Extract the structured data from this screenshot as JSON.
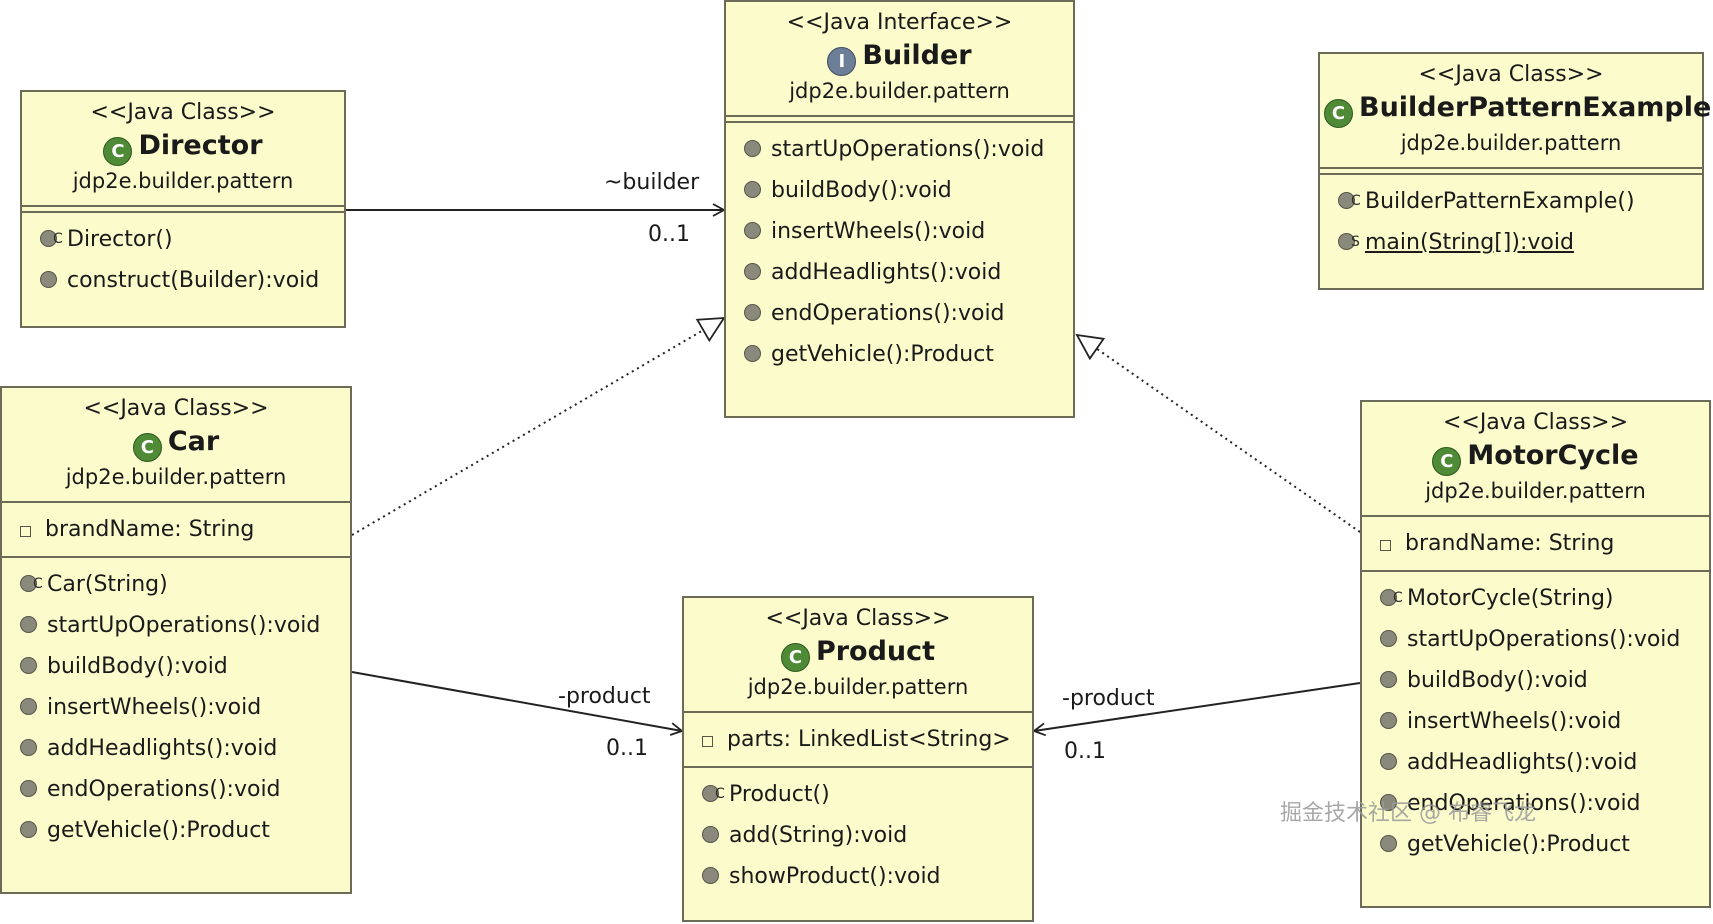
{
  "classes": {
    "builder": {
      "stereotype": "<<Java Interface>>",
      "icon": "I",
      "name": "Builder",
      "package": "jdp2e.builder.pattern",
      "methods": [
        "startUpOperations():void",
        "buildBody():void",
        "insertWheels():void",
        "addHeadlights():void",
        "endOperations():void",
        "getVehicle():Product"
      ]
    },
    "director": {
      "stereotype": "<<Java Class>>",
      "icon": "C",
      "name": "Director",
      "package": "jdp2e.builder.pattern",
      "methods": [
        "Director()",
        "construct(Builder):void"
      ]
    },
    "example": {
      "stereotype": "<<Java Class>>",
      "icon": "C",
      "name": "BuilderPatternExample",
      "package": "jdp2e.builder.pattern",
      "methods": [
        "BuilderPatternExample()",
        "main(String[]):void"
      ]
    },
    "car": {
      "stereotype": "<<Java Class>>",
      "icon": "C",
      "name": "Car",
      "package": "jdp2e.builder.pattern",
      "fields": [
        "brandName: String"
      ],
      "methods": [
        "Car(String)",
        "startUpOperations():void",
        "buildBody():void",
        "insertWheels():void",
        "addHeadlights():void",
        "endOperations():void",
        "getVehicle():Product"
      ]
    },
    "product": {
      "stereotype": "<<Java Class>>",
      "icon": "C",
      "name": "Product",
      "package": "jdp2e.builder.pattern",
      "fields": [
        "parts: LinkedList<String>"
      ],
      "methods": [
        "Product()",
        "add(String):void",
        "showProduct():void"
      ]
    },
    "motorcycle": {
      "stereotype": "<<Java Class>>",
      "icon": "C",
      "name": "MotorCycle",
      "package": "jdp2e.builder.pattern",
      "fields": [
        "brandName: String"
      ],
      "methods": [
        "MotorCycle(String)",
        "startUpOperations():void",
        "buildBody():void",
        "insertWheels():void",
        "addHeadlights():void",
        "endOperations():void",
        "getVehicle():Product"
      ]
    }
  },
  "edges": {
    "director_builder": {
      "role": "~builder",
      "multiplicity": "0..1"
    },
    "car_product": {
      "role": "-product",
      "multiplicity": "0..1"
    },
    "moto_product": {
      "role": "-product",
      "multiplicity": "0..1"
    }
  },
  "watermark": "掘金技术社区 @ 布睿飞龙",
  "colors": {
    "box_fill": "#fbfbcc",
    "box_border": "#6b6b58",
    "class_icon": "#4f8a36",
    "interface_icon": "#6d7f97"
  }
}
